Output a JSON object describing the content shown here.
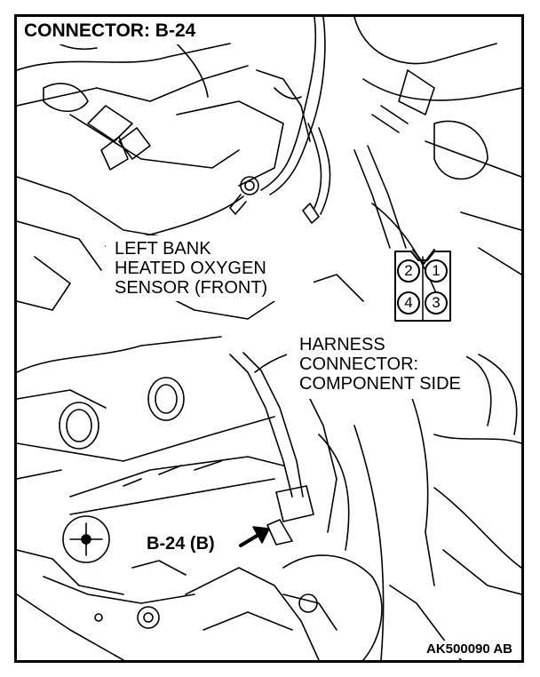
{
  "title": "CONNECTOR: B-24",
  "sensor_label": [
    "LEFT BANK",
    "HEATED OXYGEN",
    "SENSOR (FRONT)"
  ],
  "connector_pins": {
    "top": [
      "2",
      "1"
    ],
    "bottom": [
      "4",
      "3"
    ]
  },
  "harness_label": [
    "HARNESS",
    "CONNECTOR:",
    "COMPONENT SIDE"
  ],
  "callout_label": "B-24 (B)",
  "figure_code": "AK500090 AB"
}
